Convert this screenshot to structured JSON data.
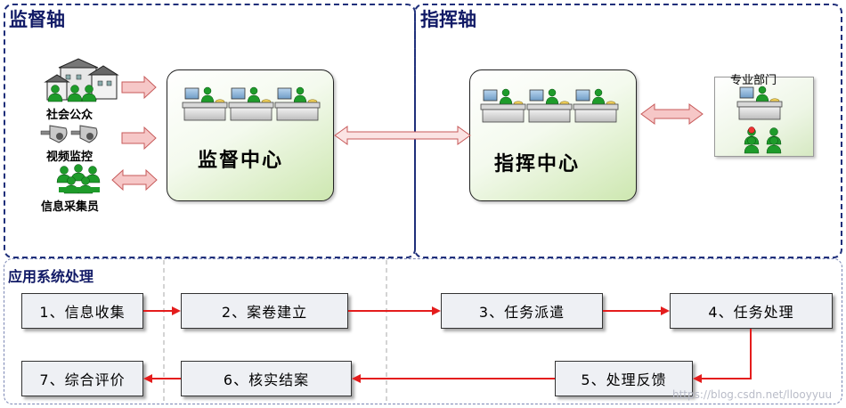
{
  "supervision_axis": {
    "title": "监督轴",
    "sources": [
      {
        "label": "社会公众",
        "icon": "buildings-icon"
      },
      {
        "label": "视频监控",
        "icon": "cctv-camera-icon"
      },
      {
        "label": "信息采集员",
        "icon": "people-group-icon"
      }
    ],
    "center_label": "监督中心"
  },
  "command_axis": {
    "title": "指挥轴",
    "center_label": "指挥中心",
    "department_label": "专业部门"
  },
  "process": {
    "title": "应用系统处理",
    "steps": [
      "1、信息收集",
      "2、案卷建立",
      "3、任务派遣",
      "4、任务处理",
      "5、处理反馈",
      "6、核实结案",
      "7、综合评价"
    ]
  },
  "watermark": "https://blog.csdn.net/llooyyuu",
  "colors": {
    "panel_border": "#1f2f7a",
    "flow_arrow": "#e41d1d",
    "center_gradient_end": "#cde7b0",
    "person_green": "#1e9b2a",
    "hollow_arrow_fill": "#f6c7c7"
  }
}
